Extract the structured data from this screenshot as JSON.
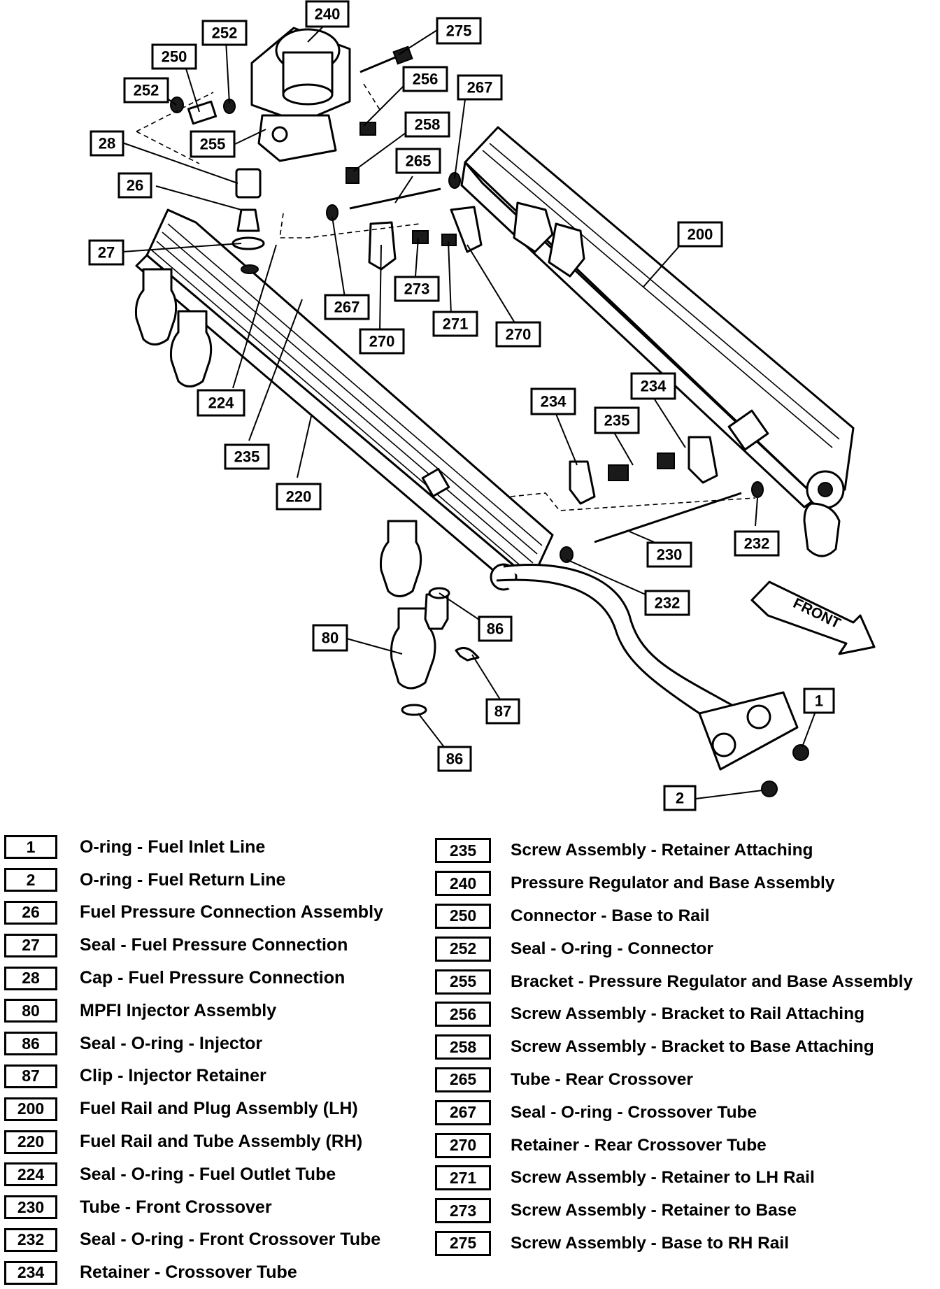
{
  "diagram": {
    "front_label": "FRONT",
    "callouts": [
      "240",
      "252",
      "250",
      "275",
      "252",
      "256",
      "267",
      "28",
      "255",
      "258",
      "26",
      "265",
      "200",
      "27",
      "273",
      "267",
      "270",
      "271",
      "270",
      "224",
      "235",
      "220",
      "234",
      "234",
      "235",
      "230",
      "232",
      "232",
      "86",
      "80",
      "87",
      "86",
      "1",
      "2"
    ]
  },
  "legend": {
    "left": [
      {
        "num": "1",
        "desc": "O-ring - Fuel Inlet Line"
      },
      {
        "num": "2",
        "desc": "O-ring - Fuel Return Line"
      },
      {
        "num": "26",
        "desc": "Fuel Pressure Connection Assembly"
      },
      {
        "num": "27",
        "desc": "Seal - Fuel Pressure Connection"
      },
      {
        "num": "28",
        "desc": "Cap - Fuel Pressure Connection"
      },
      {
        "num": "80",
        "desc": "MPFI Injector Assembly"
      },
      {
        "num": "86",
        "desc": "Seal - O-ring - Injector"
      },
      {
        "num": "87",
        "desc": "Clip - Injector Retainer"
      },
      {
        "num": "200",
        "desc": "Fuel Rail and Plug  Assembly (LH)"
      },
      {
        "num": "220",
        "desc": "Fuel Rail and Tube Assembly (RH)"
      },
      {
        "num": "224",
        "desc": "Seal - O-ring - Fuel Outlet Tube"
      },
      {
        "num": "230",
        "desc": "Tube - Front Crossover"
      },
      {
        "num": "232",
        "desc": "Seal - O-ring - Front Crossover Tube"
      },
      {
        "num": "234",
        "desc": "Retainer - Crossover Tube"
      }
    ],
    "right": [
      {
        "num": "235",
        "desc": "Screw Assembly - Retainer Attaching"
      },
      {
        "num": "240",
        "desc": "Pressure Regulator and Base Assembly"
      },
      {
        "num": "250",
        "desc": "Connector - Base to Rail"
      },
      {
        "num": "252",
        "desc": "Seal - O-ring - Connector"
      },
      {
        "num": "255",
        "desc": "Bracket - Pressure Regulator and Base Assembly"
      },
      {
        "num": "256",
        "desc": "Screw Assembly - Bracket to Rail Attaching"
      },
      {
        "num": "258",
        "desc": "Screw Assembly - Bracket to Base Attaching"
      },
      {
        "num": "265",
        "desc": "Tube - Rear Crossover"
      },
      {
        "num": "267",
        "desc": "Seal - O-ring - Crossover Tube"
      },
      {
        "num": "270",
        "desc": "Retainer - Rear Crossover Tube"
      },
      {
        "num": "271",
        "desc": "Screw Assembly - Retainer to LH Rail"
      },
      {
        "num": "273",
        "desc": "Screw Assembly - Retainer to Base"
      },
      {
        "num": "275",
        "desc": "Screw Assembly - Base to RH Rail"
      }
    ]
  }
}
